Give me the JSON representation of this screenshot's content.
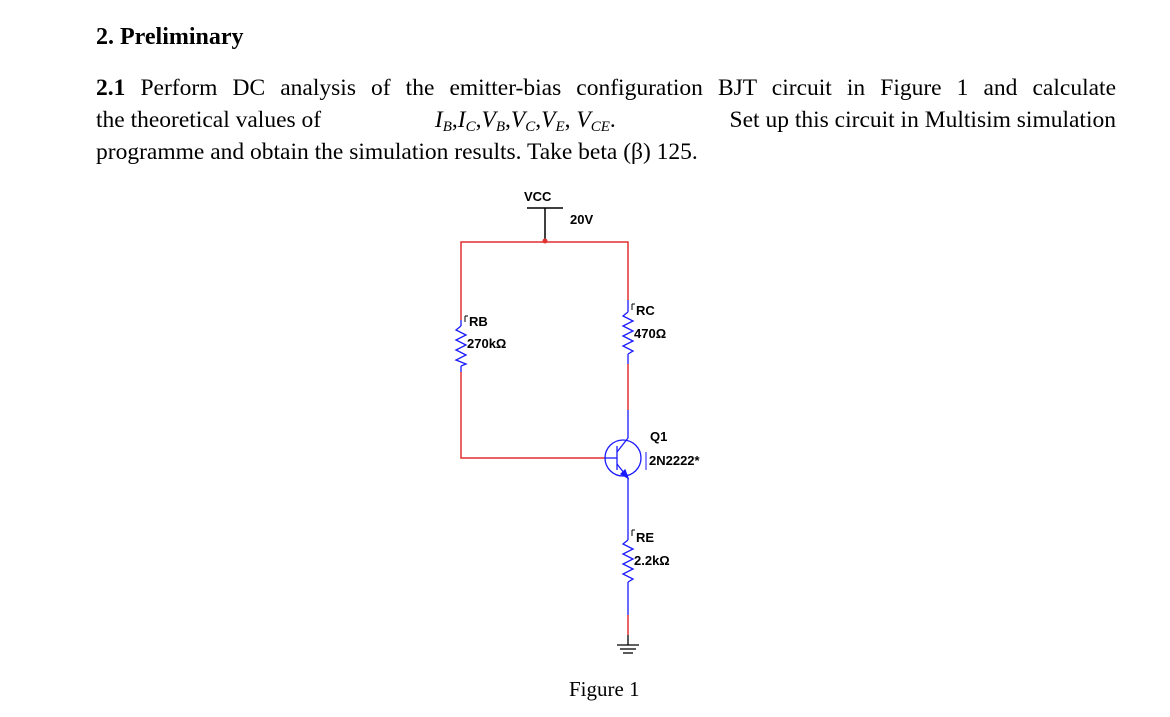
{
  "section": {
    "heading": "2. Preliminary"
  },
  "question": {
    "number": "2.1",
    "line1": "Perform DC analysis of the emitter-bias configuration BJT circuit in Figure 1 and calculate",
    "line2_lead": "the theoretical values of",
    "line2_tail": "Set up this circuit in Multisim simulation",
    "line3": "programme and obtain the simulation results. Take beta (β) 125.",
    "vars": [
      "I",
      "B",
      "I",
      "C",
      "V",
      "B",
      "V",
      "C",
      "V",
      "E",
      "V",
      "CE"
    ]
  },
  "circuit": {
    "vcc_label": "VCC",
    "vcc_value": "20V",
    "rb_name": "RB",
    "rb_value": "270kΩ",
    "rc_name": "RC",
    "rc_value": "470Ω",
    "q_name": "Q1",
    "q_part": "2N2222*",
    "re_name": "RE",
    "re_value": "2.2kΩ",
    "colors": {
      "wire": "#e03030",
      "component": "#1a1aff",
      "text": "#000000"
    }
  },
  "figure": {
    "caption": "Figure 1"
  }
}
